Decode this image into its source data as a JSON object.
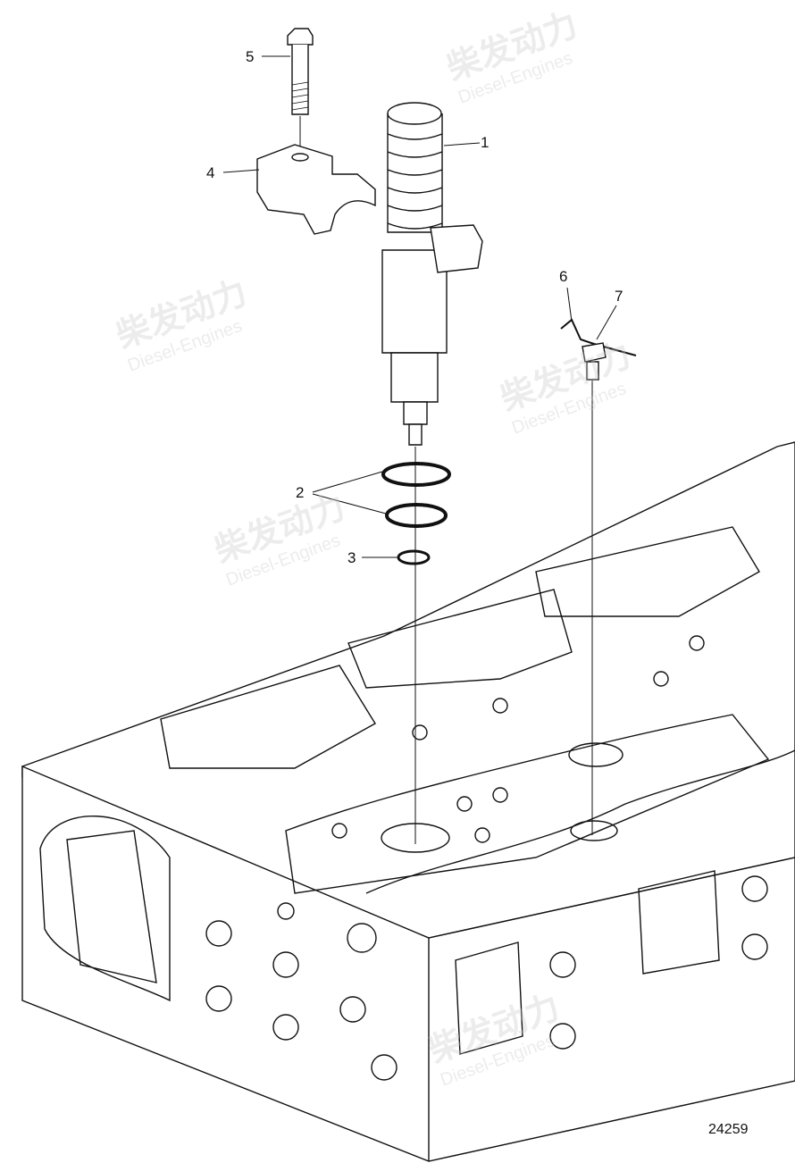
{
  "diagram": {
    "callouts": [
      {
        "id": "1",
        "label": "1"
      },
      {
        "id": "2",
        "label": "2"
      },
      {
        "id": "3",
        "label": "3"
      },
      {
        "id": "4",
        "label": "4"
      },
      {
        "id": "5",
        "label": "5"
      },
      {
        "id": "6",
        "label": "6"
      },
      {
        "id": "7",
        "label": "7"
      }
    ],
    "figure_number": "24259"
  },
  "watermark": {
    "chinese": "柴发动力",
    "english": "Diesel-Engines",
    "color": "#f5e6c8"
  }
}
